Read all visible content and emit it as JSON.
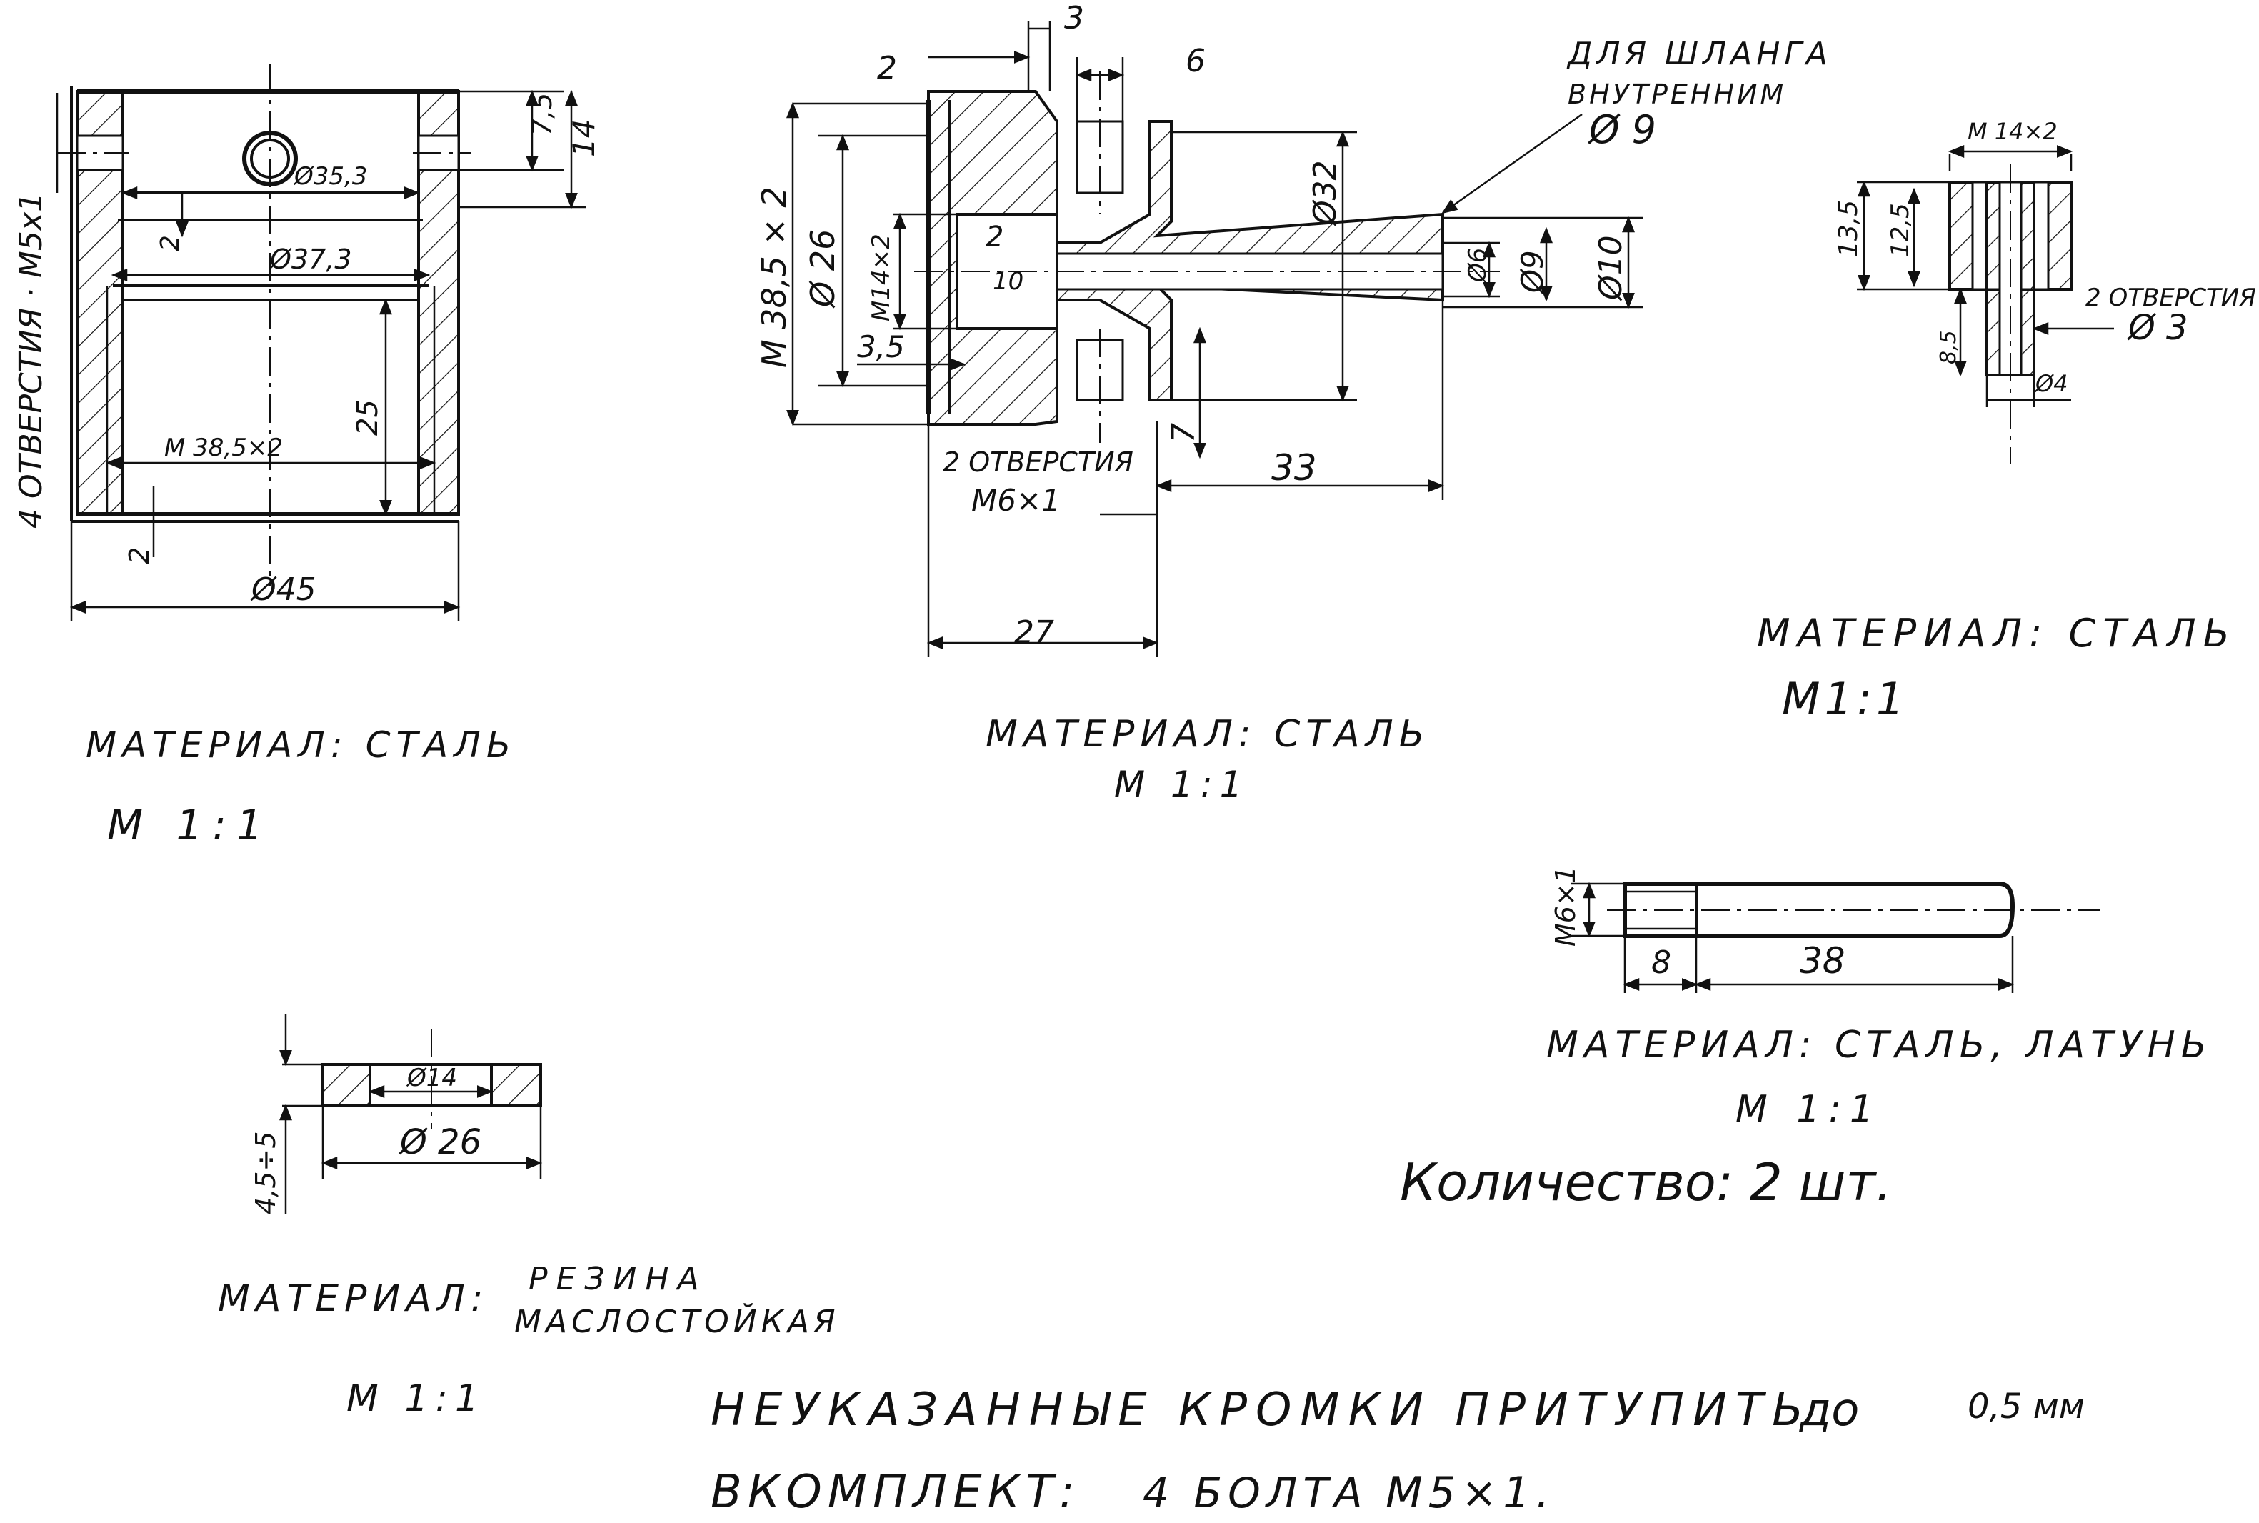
{
  "part1": {
    "hole_note": "4 ОТВЕРСТИЯ · М5х1",
    "dim_7_5": "7,5",
    "dim_14": "14",
    "dim_d35_3": "Ø35,3",
    "dim_2_top": "2",
    "dim_d37_3": "Ø37,3",
    "dim_25": "25",
    "dim_m38_5": "М 38,5×2",
    "dim_2_bottom": "2",
    "dim_d45": "Ø45",
    "material": "МАТЕРИАЛ: СТАЛЬ",
    "scale": "М 1:1"
  },
  "part2": {
    "dim_3": "3",
    "dim_2": "2",
    "dim_6": "6",
    "hose_note_1": "ДЛЯ ШЛАНГА",
    "hose_note_2": "ВНУТРЕННИМ",
    "hose_note_3": "Ø 9",
    "dim_m38_5": "М 38,5 × 2",
    "dim_d26": "Ø 26",
    "dim_m14": "М14×2",
    "dim_2_inner": "2",
    "dim_10": "10",
    "dim_d32": "Ø32",
    "dim_d6": "Ø6",
    "dim_d9": "Ø9",
    "dim_d10": "Ø10",
    "dim_3_5": "3,5",
    "dim_7": "7",
    "hole_note_1": "2 ОТВЕРСТИЯ",
    "hole_note_2": "М6×1",
    "dim_33": "33",
    "dim_27": "27",
    "material": "МАТЕРИАЛ: СТАЛЬ",
    "scale": "М 1:1"
  },
  "part3": {
    "dim_m14": "М 14×2",
    "dim_13_5": "13,5",
    "dim_12_5": "12,5",
    "dim_8_5": "8,5",
    "hole_note_1": "2 ОТВЕРСТИЯ",
    "hole_note_2": "Ø 3",
    "dim_d4": "Ø4",
    "material": "МАТЕРИАЛ: СТАЛЬ",
    "scale": "М1:1"
  },
  "part4": {
    "dim_m6": "М6×1",
    "dim_8": "8",
    "dim_38": "38",
    "material": "МАТЕРИАЛ: СТАЛЬ, ЛАТУНЬ",
    "scale": "М 1:1",
    "quantity": "Количество: 2 шт."
  },
  "part5": {
    "dim_d14": "Ø14",
    "dim_4_5": "4,5÷5",
    "dim_d26": "Ø 26",
    "material_1": "МАТЕРИАЛ:",
    "material_2": "РЕЗИНА",
    "material_3": "МАСЛОСТОЙКАЯ",
    "scale": "М 1:1"
  },
  "notes": {
    "edges": "НЕУКАЗАННЫЕ КРОМКИ ПРИТУПИТЬ",
    "edges_limit": "до",
    "edges_value": "0,5 мм",
    "kit": "ВКОМПЛЕКТ:",
    "kit_count": "4 БОЛТА",
    "kit_size": "М5×1."
  }
}
